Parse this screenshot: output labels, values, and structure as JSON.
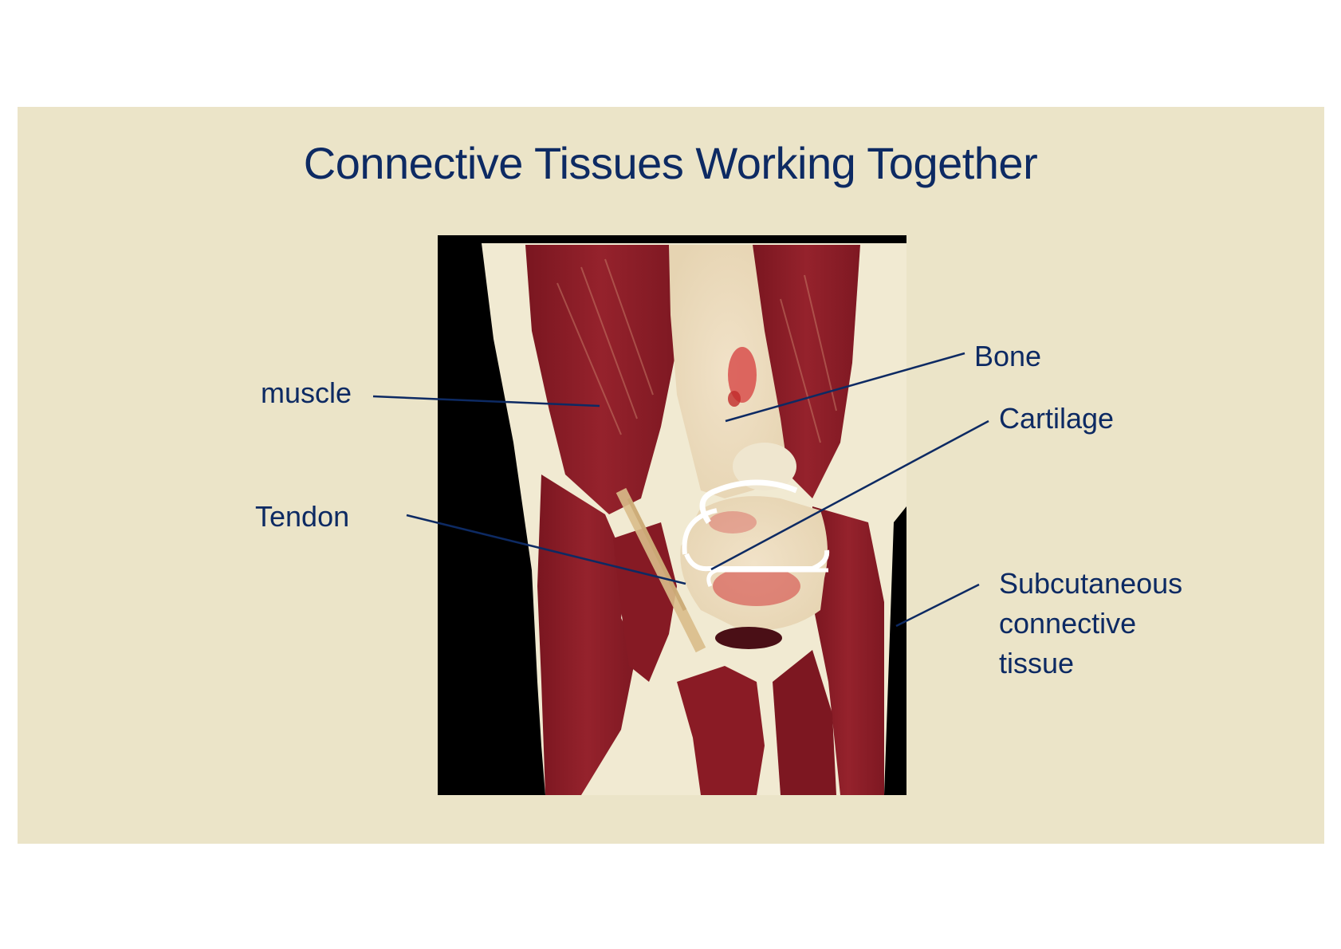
{
  "slide": {
    "title": "Connective Tissues Working Together"
  },
  "labels": {
    "muscle": "muscle",
    "tendon": "Tendon",
    "bone": "Bone",
    "cartilage": "Cartilage",
    "subcutaneous_line1": "Subcutaneous",
    "subcutaneous_line2": "connective",
    "subcutaneous_line3": "tissue"
  },
  "colors": {
    "slide_background": "#ebe4c8",
    "text": "#0d2a63",
    "muscle": "#8b1c26",
    "fat": "#f2ecd6",
    "photo_background": "#000000"
  }
}
